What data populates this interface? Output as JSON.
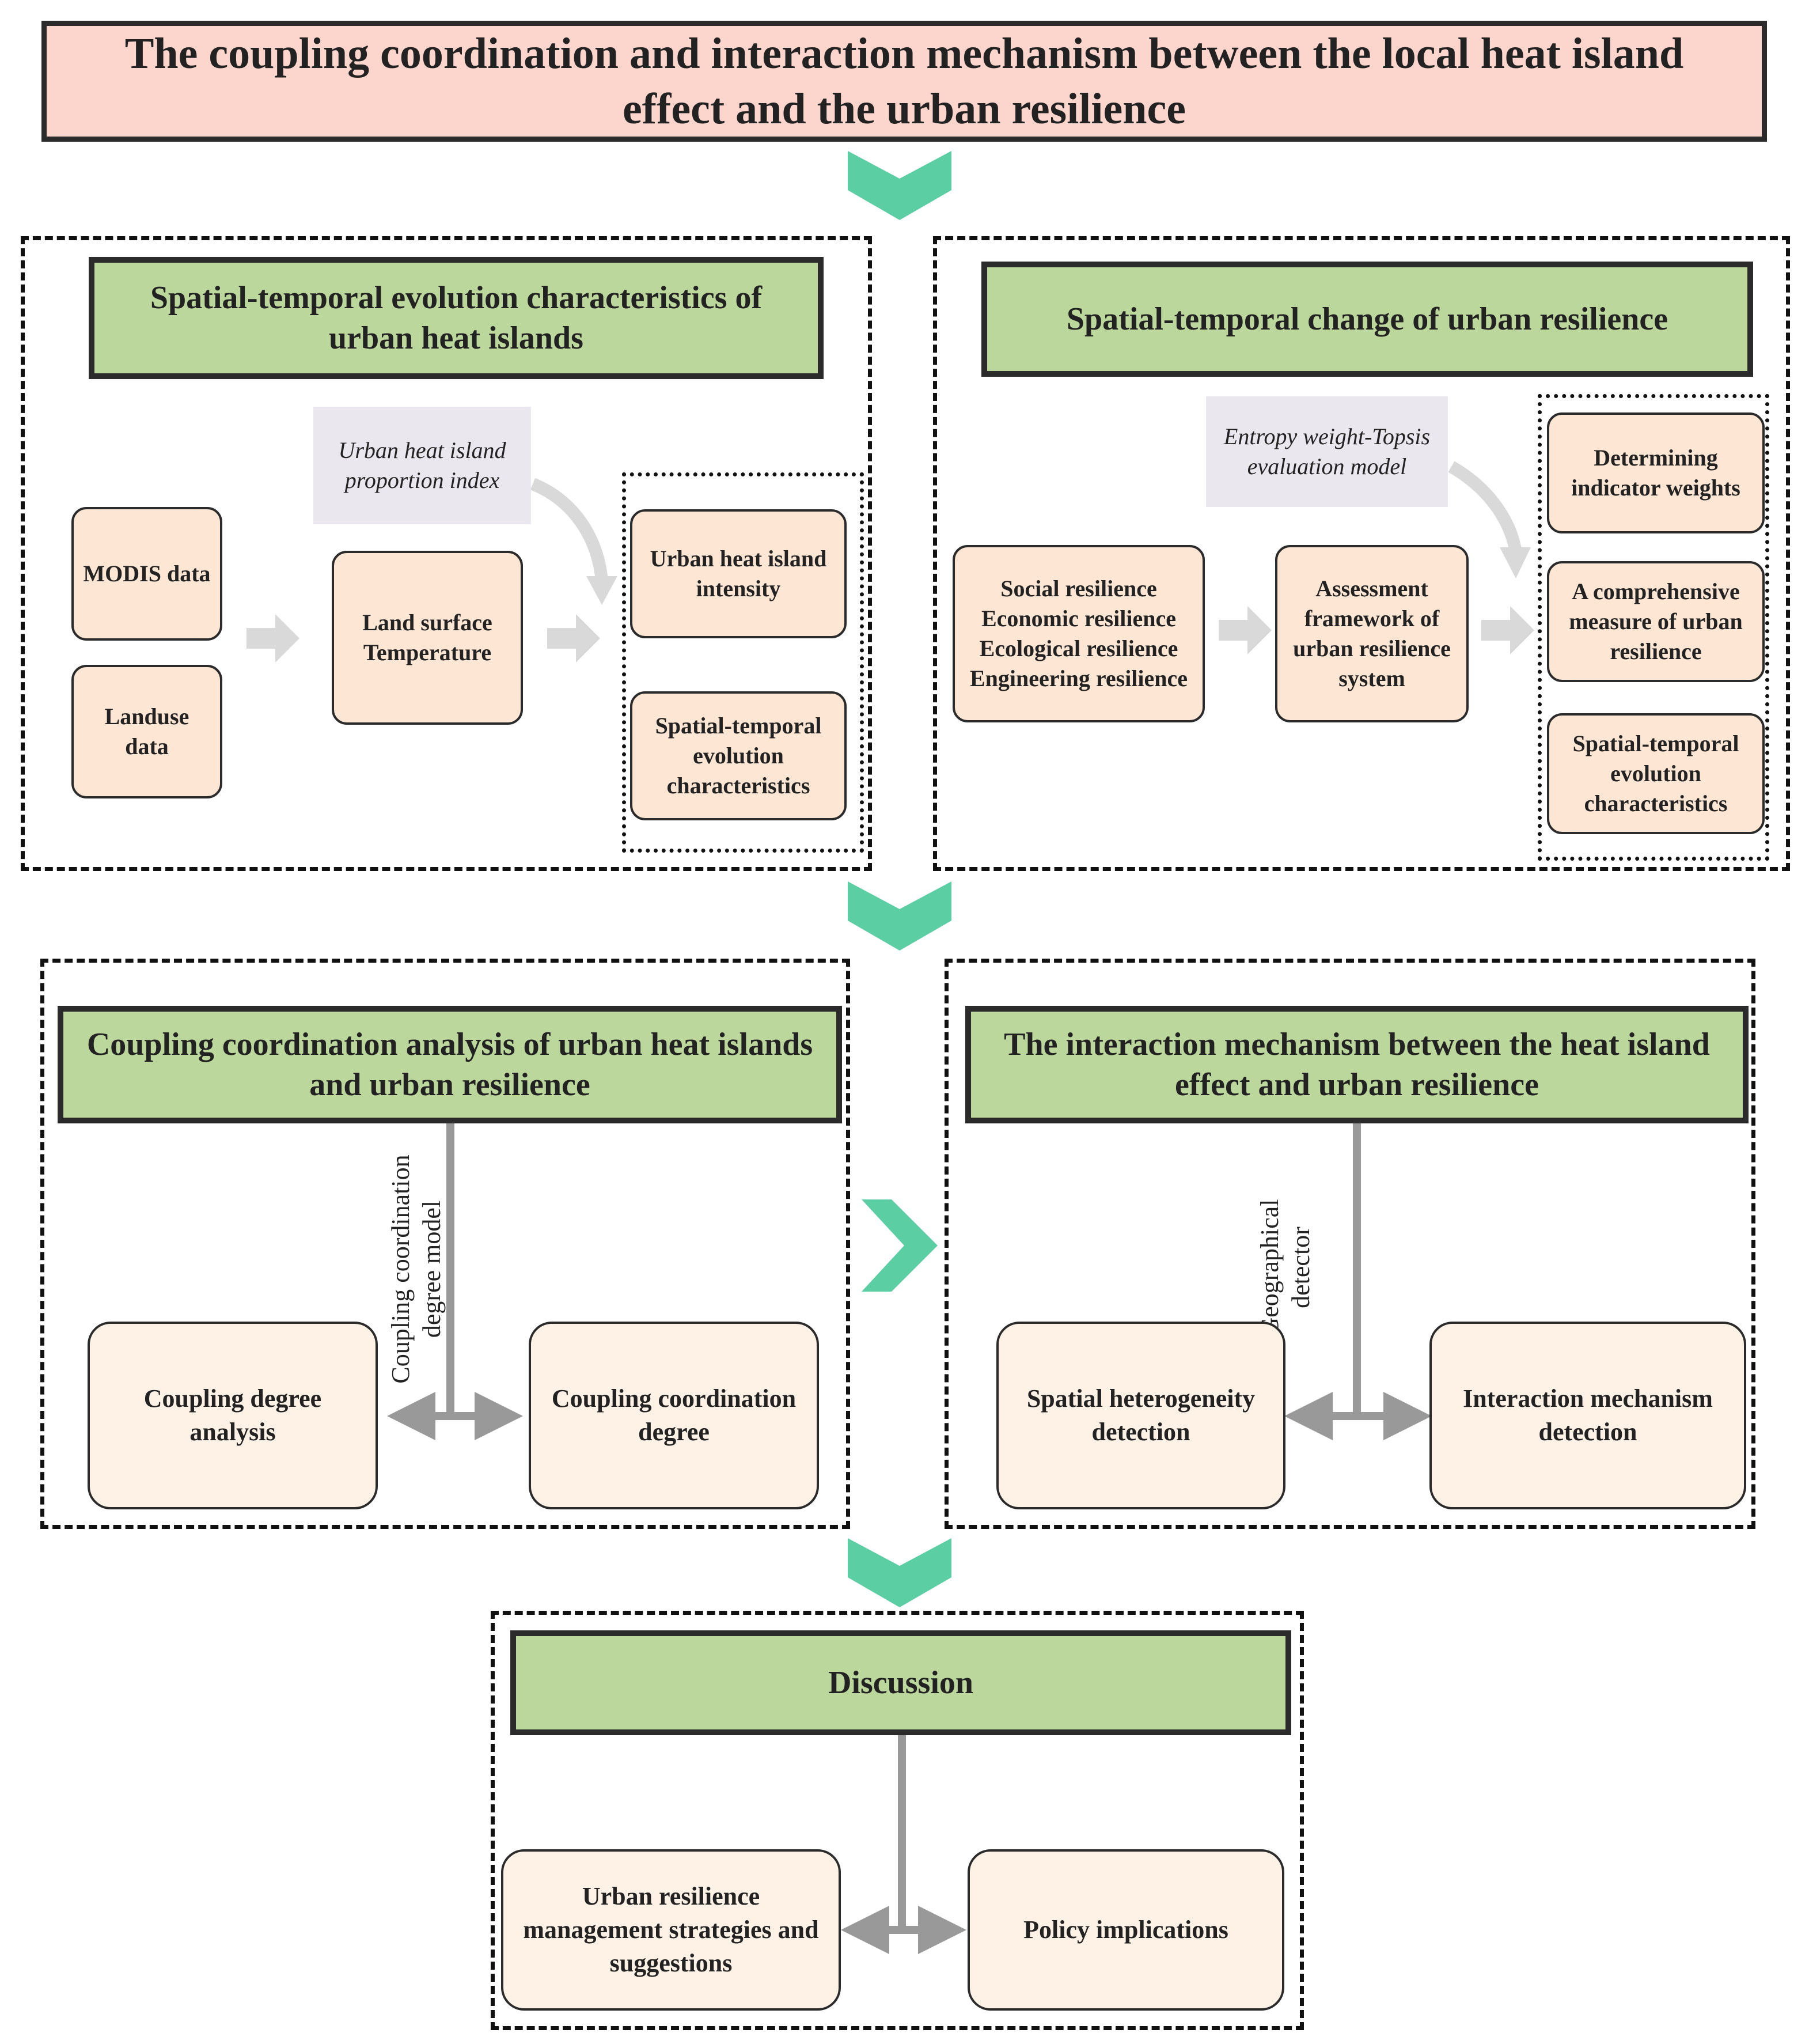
{
  "title": "The coupling coordination and interaction mechanism between the local heat island effect and the urban resilience",
  "colors": {
    "title_fill": "#fcd5cd",
    "header_fill": "#bcd79c",
    "node_fill": "#fde6d3",
    "node_fill_light": "#fef2e6",
    "note_fill": "#ebe7ee",
    "chevron": "#5ccea4",
    "arrow_gray": "#999999",
    "arrow_light": "#d9d9d9"
  },
  "icons": {
    "section_connector": "chevron-down-icon",
    "horizontal_connector": "chevron-right-icon"
  },
  "heat_island": {
    "header": "Spatial-temporal evolution characteristics of urban heat islands",
    "modis": "MODIS data",
    "landuse": "Landuse data",
    "lst": "Land surface Temperature",
    "note": "Urban heat island proportion index",
    "intensity": "Urban heat island intensity",
    "evolution": "Spatial-temporal evolution characteristics"
  },
  "resilience": {
    "header": "Spatial-temporal change of urban resilience",
    "dimensions": "Social resilience Economic resilience Ecological resilience Engineering resilience",
    "framework": "Assessment framework of urban resilience system",
    "note": "Entropy weight-Topsis evaluation model",
    "weights": "Determining indicator weights",
    "measure": "A comprehensive measure of urban resilience",
    "evolution": "Spatial-temporal evolution characteristics"
  },
  "coupling": {
    "header": "Coupling coordination analysis of urban heat islands and urban resilience",
    "method": "Coupling coordination degree model",
    "left": "Coupling degree analysis",
    "right": "Coupling coordination degree"
  },
  "interaction": {
    "header": "The interaction mechanism between the heat island effect and urban resilience",
    "method": "Geographical detector",
    "left": "Spatial heterogeneity detection",
    "right": "Interaction mechanism detection"
  },
  "discussion": {
    "header": "Discussion",
    "left": "Urban resilience management strategies and suggestions",
    "right": "Policy implications"
  }
}
